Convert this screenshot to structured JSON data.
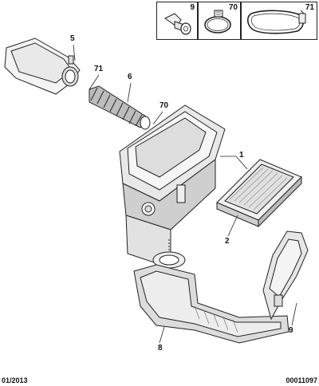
{
  "legend": [
    {
      "num": "9",
      "icon": "clip-fastener-icon"
    },
    {
      "num": "70",
      "icon": "hose-clamp-icon"
    },
    {
      "num": "71",
      "icon": "strap-clamp-icon"
    }
  ],
  "callouts": {
    "c5": "5",
    "c71": "71",
    "c6": "6",
    "c70": "70",
    "c1": "1",
    "c2": "2",
    "c8": "8",
    "c9": "9"
  },
  "footer": {
    "date": "01/2013",
    "ref": "00011097"
  }
}
